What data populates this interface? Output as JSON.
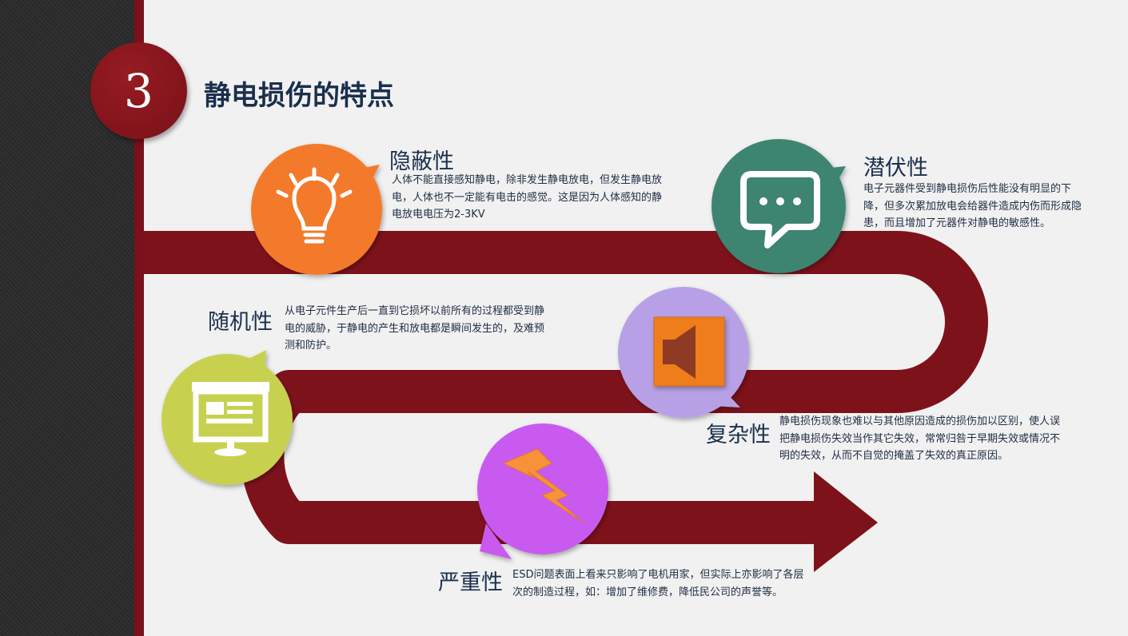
{
  "slide": {
    "number": "3",
    "title": "静电损伤的特点"
  },
  "items": [
    {
      "heading": "隐蔽性",
      "desc": "人体不能直接感知静电，除非发生静电放电，但发生静电放电，人体也不一定能有电击的感觉。这是因为人体感知的静电放电电压为2-3KV",
      "icon": "lightbulb-icon",
      "color": "#f37a2c"
    },
    {
      "heading": "潜伏性",
      "desc": "电子元器件受到静电损伤后性能没有明显的下降，但多次累加放电会给器件造成内伤而形成隐患，而且增加了元器件对静电的敏感性。",
      "icon": "chat-bubble-icon",
      "color": "#3d8471"
    },
    {
      "heading": "随机性",
      "desc": "从电子元件生产后一直到它损坏以前所有的过程都受到静电的威胁，于静电的产生和放电都是瞬间发生的，及难预测和防护。",
      "icon": "presentation-board-icon",
      "color": "#c8d150"
    },
    {
      "heading": "复杂性",
      "desc": "静电损伤现象也难以与其他原因造成的损伤加以区别，使人误把静电损伤失效当作其它失效，常常归咎于早期失效或情况不明的失效，从而不自觉的掩盖了失效的真正原因。",
      "icon": "speaker-icon",
      "color": "#b7a0e6"
    },
    {
      "heading": "严重性",
      "desc": "ESD问题表面上看来只影响了电机用家，但实际上亦影响了各层次的制造过程，如：增加了维修费，降低民公司的声誉等。",
      "icon": "lightning-icon",
      "color": "#c95af0"
    }
  ],
  "colors": {
    "path": "#7e121b",
    "title": "#1a2f4d",
    "text": "#1f2d44"
  }
}
